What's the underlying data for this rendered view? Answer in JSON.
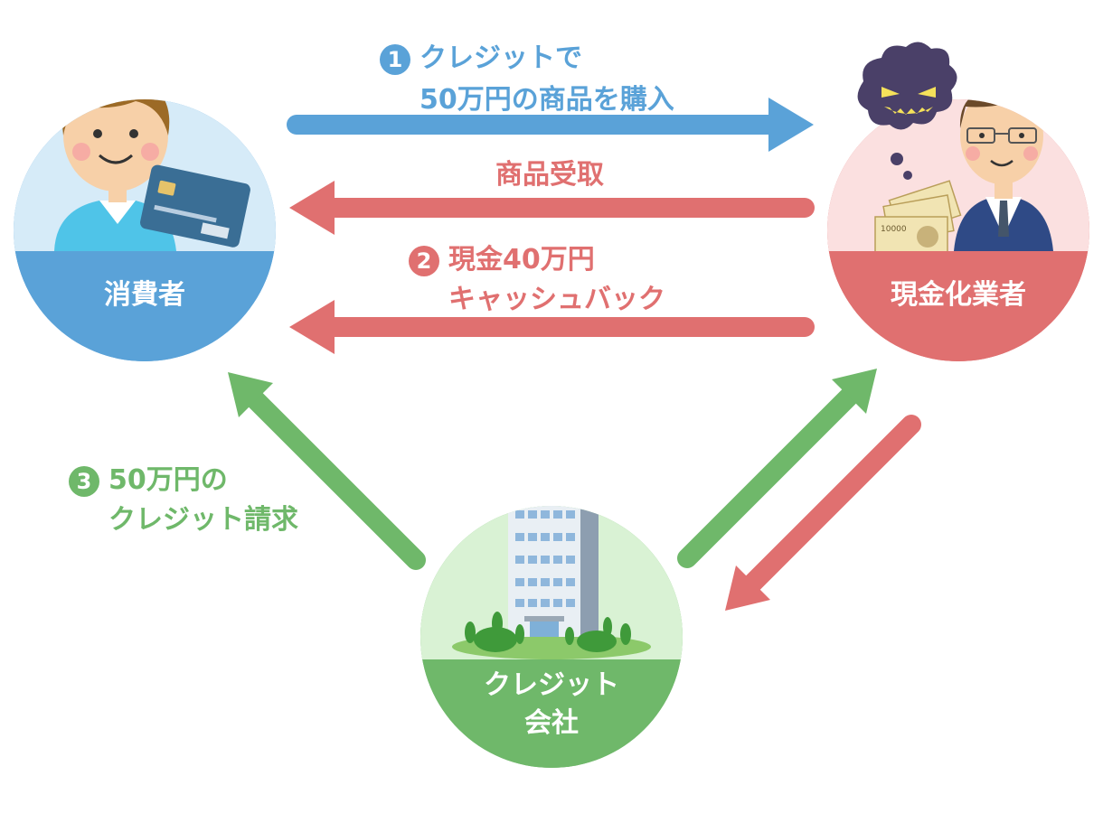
{
  "nodes": {
    "consumer": {
      "label": "消費者"
    },
    "cashing": {
      "label": "現金化業者"
    },
    "credit": {
      "label_line1": "クレジット",
      "label_line2": "会社"
    }
  },
  "steps": {
    "s1": {
      "num": "1",
      "line1": "クレジットで",
      "line2": "50万円の商品を購入"
    },
    "receive": {
      "text": "商品受取"
    },
    "s2": {
      "num": "2",
      "line1": "現金40万円",
      "line2": "キャッシュバック"
    },
    "s3": {
      "num": "3",
      "line1": "50万円の",
      "line2": "クレジット請求"
    }
  },
  "bill_text": "10000",
  "colors": {
    "blue": "#5aa2d8",
    "red": "#e07070",
    "green": "#6fb86a",
    "blue_bg": "#d6ebf8",
    "red_bg": "#fbe0e0",
    "green_bg": "#d9f2d4"
  }
}
